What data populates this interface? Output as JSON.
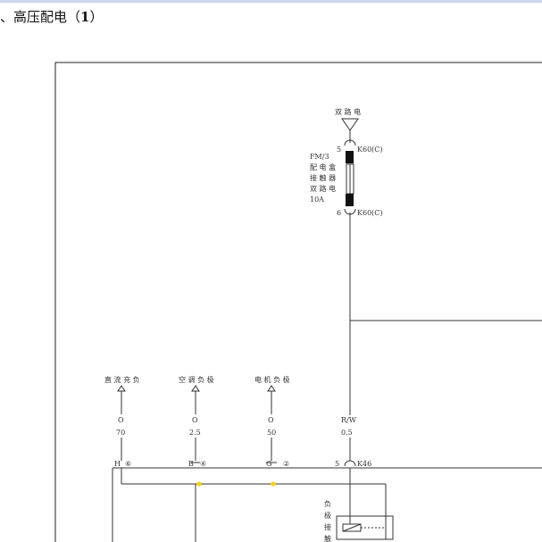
{
  "page": {
    "title_prefix": "、高压配电（",
    "title_number": "1",
    "title_suffix": "）"
  },
  "diagram": {
    "top_power_label": "双 路 电",
    "fuse": {
      "pin_top": "5",
      "connector_top": "K60(C)",
      "label_lines": [
        "FM/3",
        "配 电 盒",
        "接 触 器",
        "双 路 电",
        "10A"
      ],
      "pin_bottom": "6",
      "connector_bottom": "K60(C)"
    },
    "branches": [
      {
        "label": "直 流 充 负",
        "wire_code": "O",
        "wire_size": "70",
        "pin": "H",
        "pin_num": "⑥"
      },
      {
        "label": "空 调 负 极",
        "wire_code": "O",
        "wire_size": "2.5",
        "pin": "B",
        "pin_num": "④"
      },
      {
        "label": "电 机 负 极",
        "wire_code": "O",
        "wire_size": "50",
        "pin": "G",
        "pin_num": "②"
      }
    ],
    "main_wire": {
      "code": "R/W",
      "size": "0.5",
      "pin": "5",
      "connector": "K46"
    },
    "relay_label_lines": [
      "负",
      "极",
      "接",
      "触"
    ],
    "junction_color": "#f2d40a"
  }
}
